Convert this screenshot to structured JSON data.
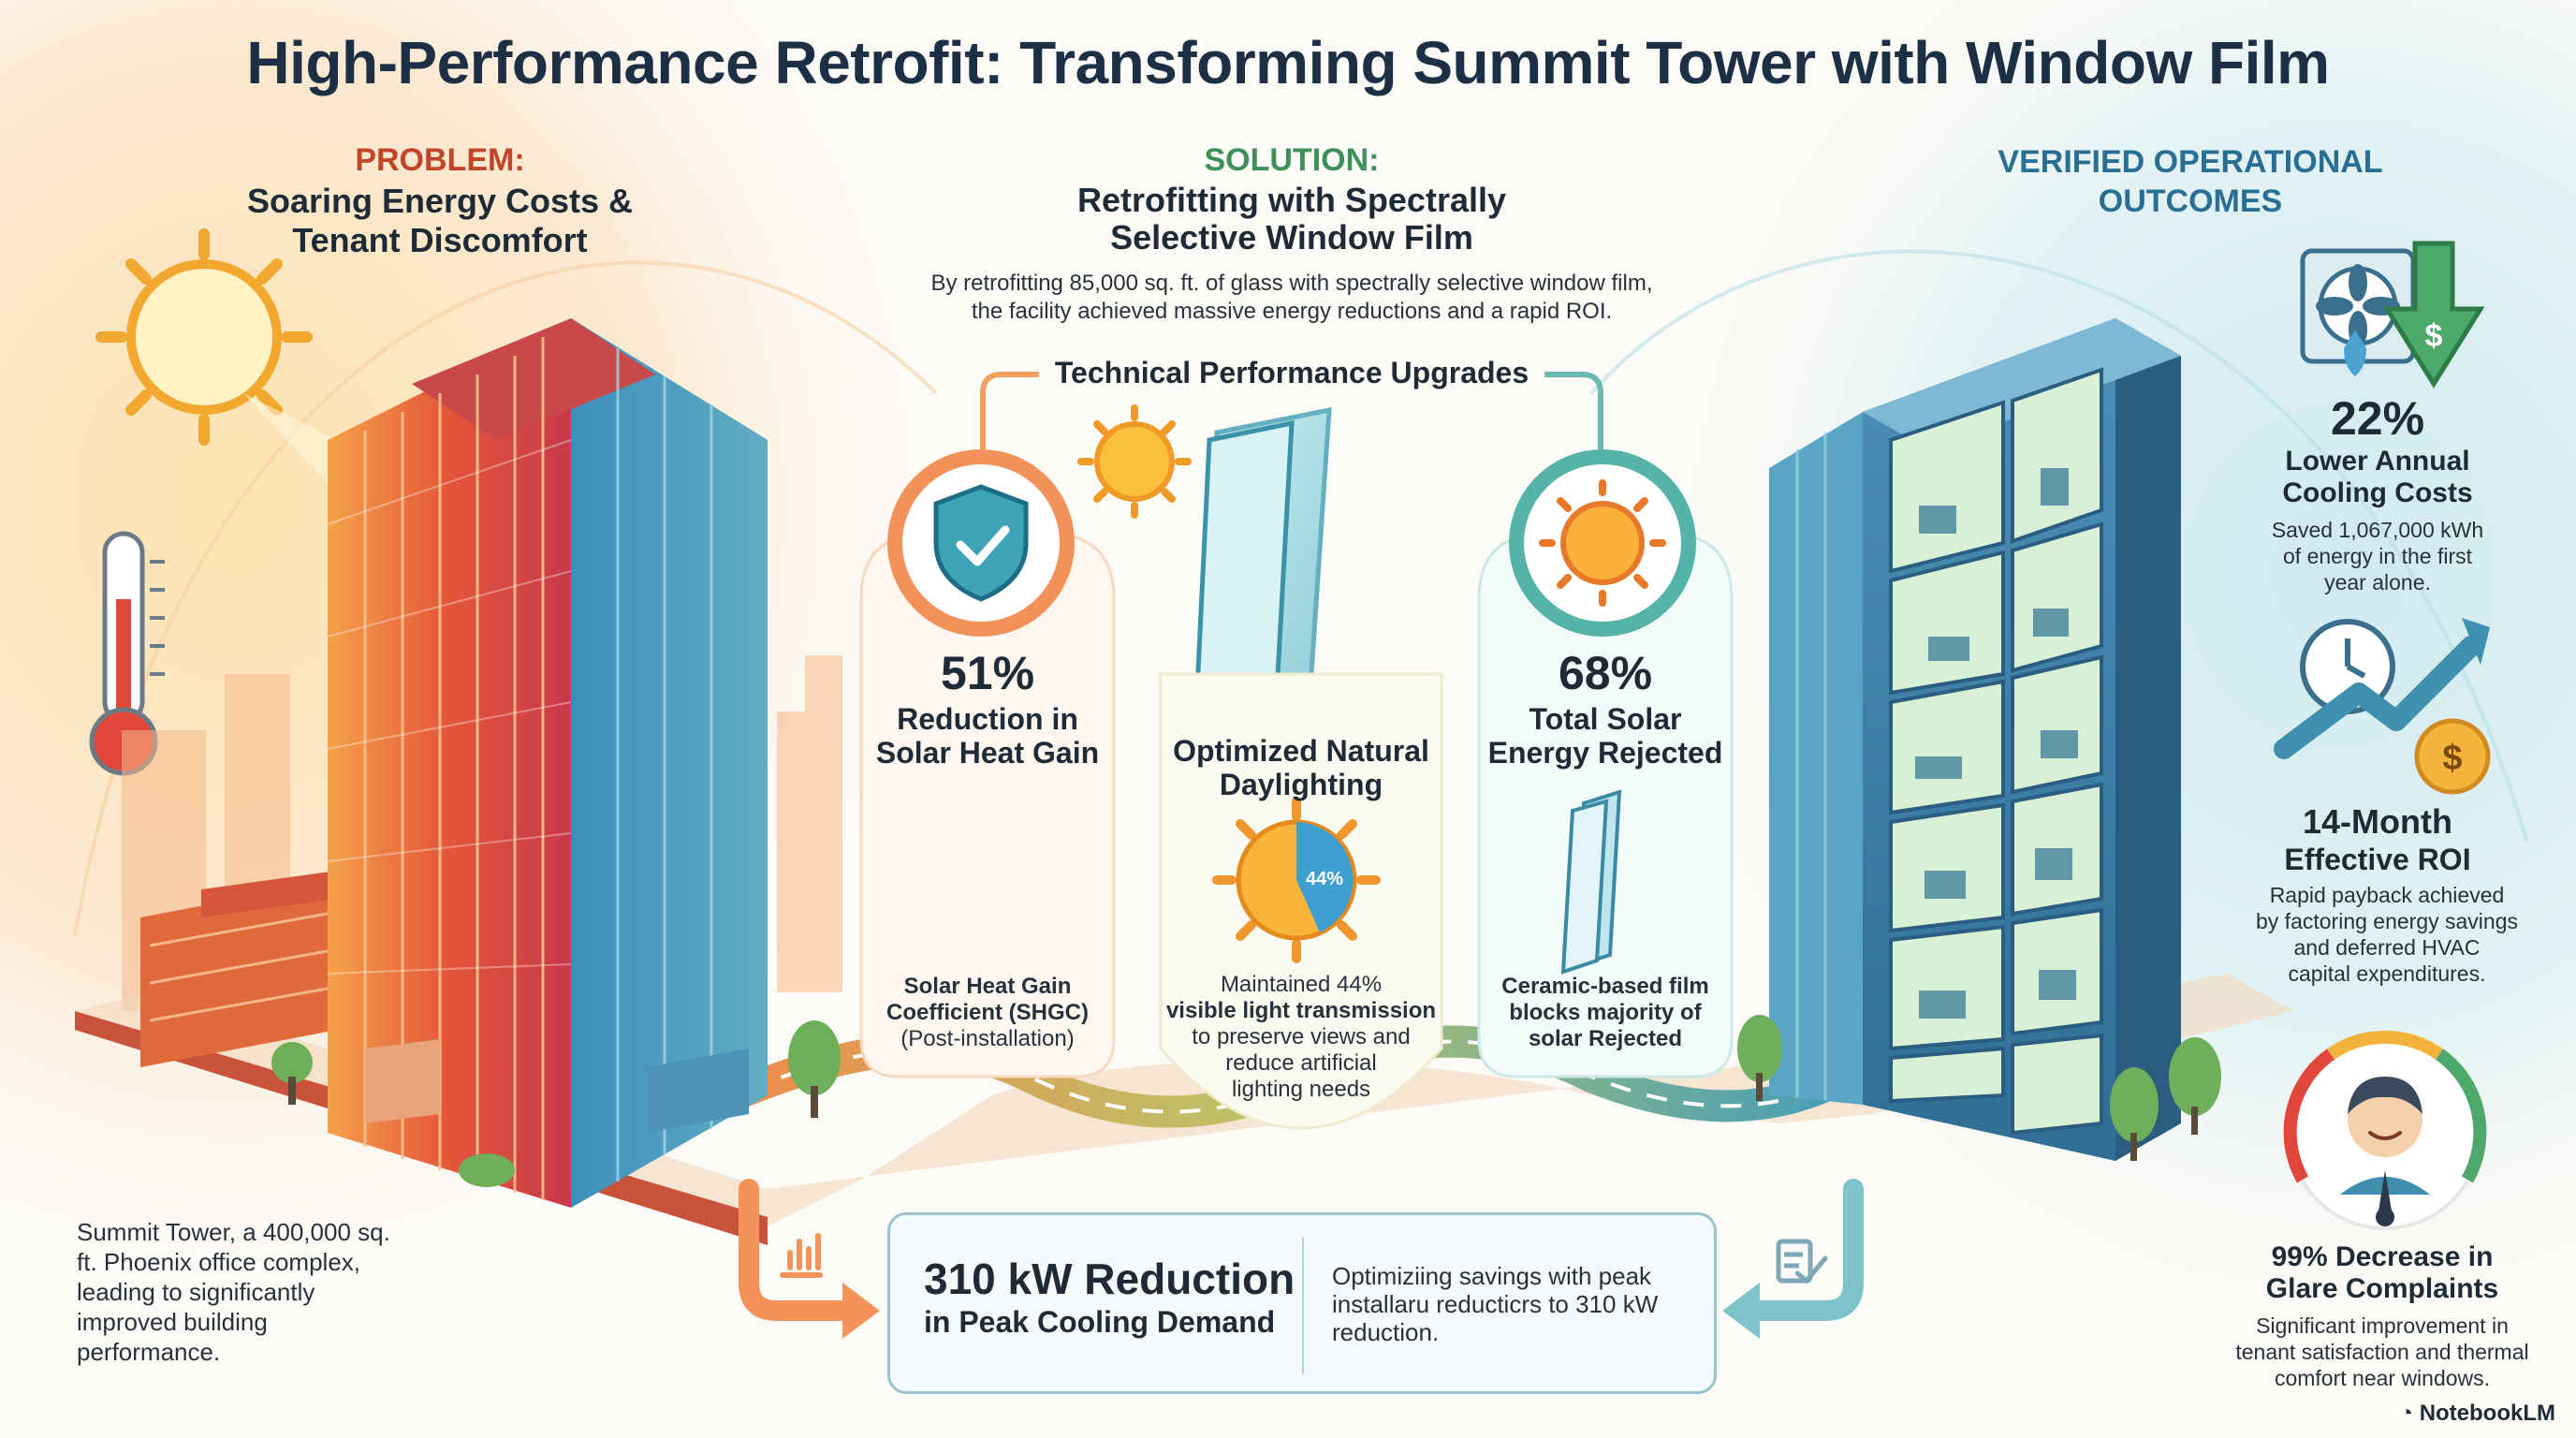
{
  "title": "High-Performance Retrofit: Transforming Summit Tower with Window Film",
  "problem": {
    "label": "PROBLEM:",
    "heading_line1": "Soaring Energy Costs &",
    "heading_line2": "Tenant Discomfort",
    "description_lines": [
      "Summit Tower, a 400,000 sq.",
      "ft. Phoenix office complex,",
      "leading to significantly",
      "improved building",
      "performance."
    ]
  },
  "solution": {
    "label": "SOLUTION:",
    "heading_line1": "Retrofitting with Spectrally",
    "heading_line2": "Selective Window Film",
    "desc_line1": "By retrofitting 85,000 sq. ft. of glass with spectrally selective window film,",
    "desc_line2": "the facility achieved massive energy reductions and a rapid ROI.",
    "upgrades_title": "Technical Performance Upgrades"
  },
  "metrics": {
    "shgc": {
      "value": "51%",
      "label_line1": "Reduction in",
      "label_line2": "Solar Heat Gain",
      "note_lines": [
        "Solar Heat Gain",
        "Coefficient (SHGC)",
        "(Post-installation)"
      ]
    },
    "daylight": {
      "label_line1": "Optimized Natural",
      "label_line2": "Daylighting",
      "badge": "44%",
      "note_lines": [
        "Maintained 44%",
        "visible light transmission",
        "to preserve views and",
        "reduce artificial",
        "lighting needs"
      ]
    },
    "solar": {
      "value": "68%",
      "label_line1": "Total Solar",
      "label_line2": "Energy Rejected",
      "note_lines": [
        "Ceramic-based film",
        "blocks majority of",
        "solar Rejected"
      ]
    }
  },
  "outcomes": {
    "heading_line1": "VERIFIED OPERATIONAL",
    "heading_line2": "OUTCOMES",
    "cooling": {
      "value": "22%",
      "label_line1": "Lower Annual",
      "label_line2": "Cooling Costs",
      "note_lines": [
        "Saved 1,067,000 kWh",
        "of energy in the first",
        "year alone."
      ]
    },
    "roi": {
      "label_line1": "14-Month",
      "label_line2": "Effective ROI",
      "note_lines": [
        "Rapid payback achieved",
        "by factoring energy savings",
        "and deferred HVAC",
        "capital expenditures."
      ]
    },
    "glare": {
      "label_line1": "99% Decrease in",
      "label_line2": "Glare Complaints",
      "note_lines": [
        "Significant improvement in",
        "tenant satisfaction and thermal",
        "comfort near windows."
      ]
    }
  },
  "peak": {
    "value_text": "310 kW Reduction",
    "value_sub": "in Peak Cooling Demand",
    "note_lines": [
      "Optimiziing savings with peak",
      "installaru reducticrs to 310 kW",
      "reduction."
    ]
  },
  "branding": "NotebookLM",
  "colors": {
    "problem": "#c2452a",
    "solution": "#3f8f5a",
    "outcomes": "#2a6f93",
    "title": "#1d2f45"
  }
}
